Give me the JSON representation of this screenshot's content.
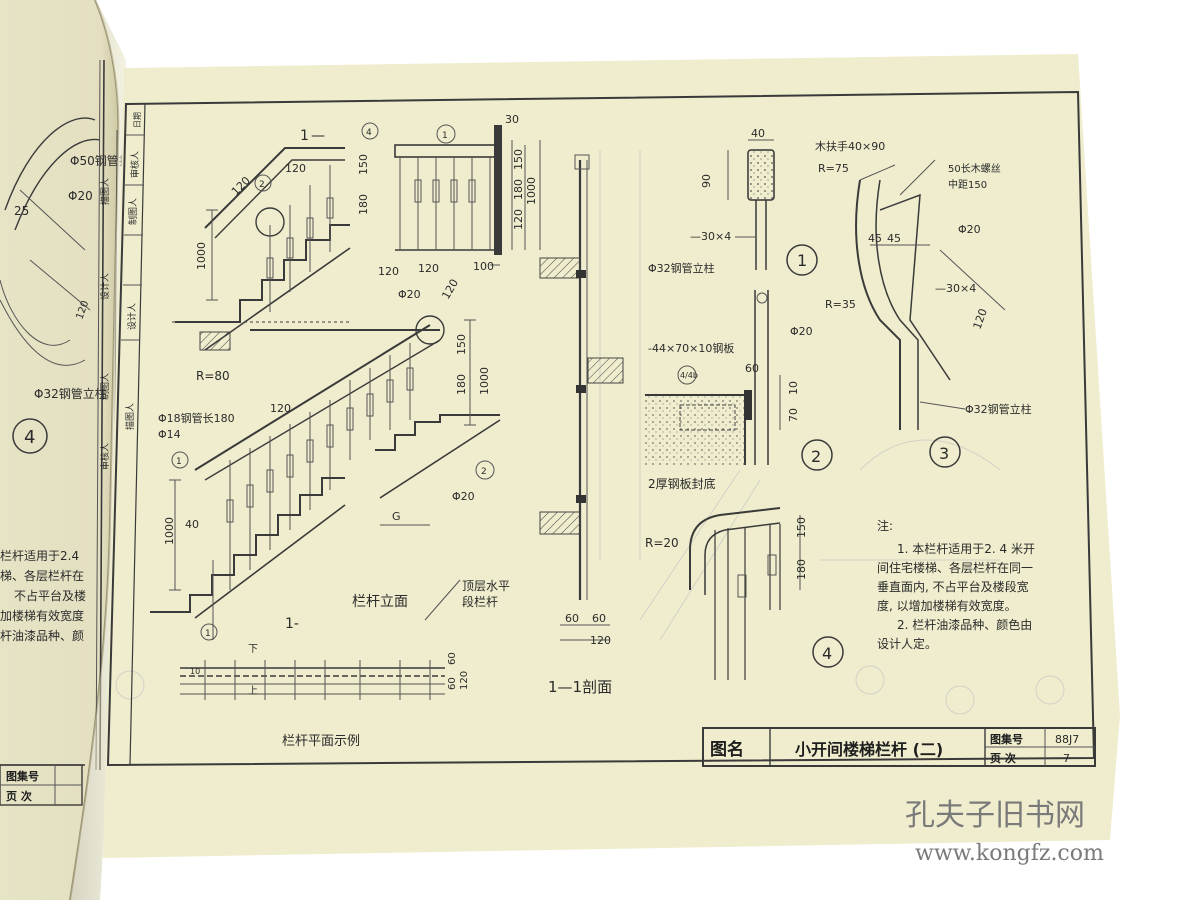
{
  "left_page": {
    "snippets": [
      "Φ50钢管扶手",
      "Φ20",
      "25",
      "Φ32钢管立柱",
      "120",
      "4"
    ],
    "note_fragments": [
      "栏杆适用于2.4",
      "梯、各层栏杆在",
      "不占平台及楼",
      "加楼梯有效宽度",
      "杆油漆品种、颜"
    ],
    "side_labels": [
      "描图人",
      "设计人",
      "制图人",
      "审核人"
    ],
    "footer": {
      "atlas_label": "图集号",
      "page_label": "页 次"
    }
  },
  "right_page": {
    "vertical_strip": [
      "描图人",
      "设计人",
      "制图人",
      "审核人",
      "日期"
    ],
    "elevation": {
      "labels": [
        "1",
        "1",
        "1",
        "120",
        "120",
        "120",
        "180",
        "150",
        "1000",
        "1000",
        "R=80",
        "Φ18钢管长180",
        "Φ14",
        "40",
        "Φ20",
        "Φ20",
        "G",
        "120"
      ],
      "callouts": [
        "4",
        "2",
        "1",
        "2"
      ],
      "title": "栏杆立面",
      "cut_marker": "1-",
      "top_level_label": "顶层水平段栏杆"
    },
    "side_view": {
      "labels": [
        "30",
        "150",
        "180",
        "1000",
        "120",
        "100",
        "120",
        "150"
      ],
      "callout": "1"
    },
    "plan": {
      "title": "栏杆平面示例",
      "labels": [
        "下",
        "上",
        "10",
        "60",
        "60",
        "120"
      ]
    },
    "section": {
      "title": "1—1剖面",
      "labels": [
        "60",
        "60",
        "120"
      ]
    },
    "detail1": {
      "labels": [
        "40",
        "90",
        "—30×4",
        "Φ32钢管立柱"
      ],
      "callout": "1"
    },
    "detail2": {
      "labels": [
        "Φ20",
        "-44×70×10钢板",
        "60",
        "10",
        "70",
        "2厚钢板封底"
      ],
      "callout": "2"
    },
    "detail3": {
      "labels": [
        "木扶手40×90",
        "R=75",
        "50长木螺丝",
        "中距150",
        "45",
        "45",
        "Φ20",
        "R=35",
        "—30×4",
        "120",
        "Φ32钢管立柱"
      ],
      "callout": "3"
    },
    "detail4": {
      "labels": [
        "R=20",
        "150",
        "180"
      ],
      "callout": "4"
    },
    "notes": {
      "heading": "注:",
      "lines": [
        "1. 本栏杆适用于2. 4 米开",
        "间住宅楼梯、各层栏杆在同一",
        "垂直面内, 不占平台及楼段宽",
        "度, 以增加楼梯有效宽度。",
        "2. 栏杆油漆品种、颜色由",
        "设计人定。"
      ]
    },
    "title_block": {
      "label": "图名",
      "title": "小开间楼梯栏杆 (二)",
      "atlas_label": "图集号",
      "atlas_value": "88J7",
      "page_label": "页 次",
      "page_value": "7"
    }
  },
  "watermark": {
    "text": "孔夫子旧书网",
    "url": "www.kongfz.com"
  },
  "colors": {
    "paper": "#efedcd",
    "ink": "#2b2b2b",
    "background": "#ffffff",
    "watermark": "#7a7a7a"
  }
}
